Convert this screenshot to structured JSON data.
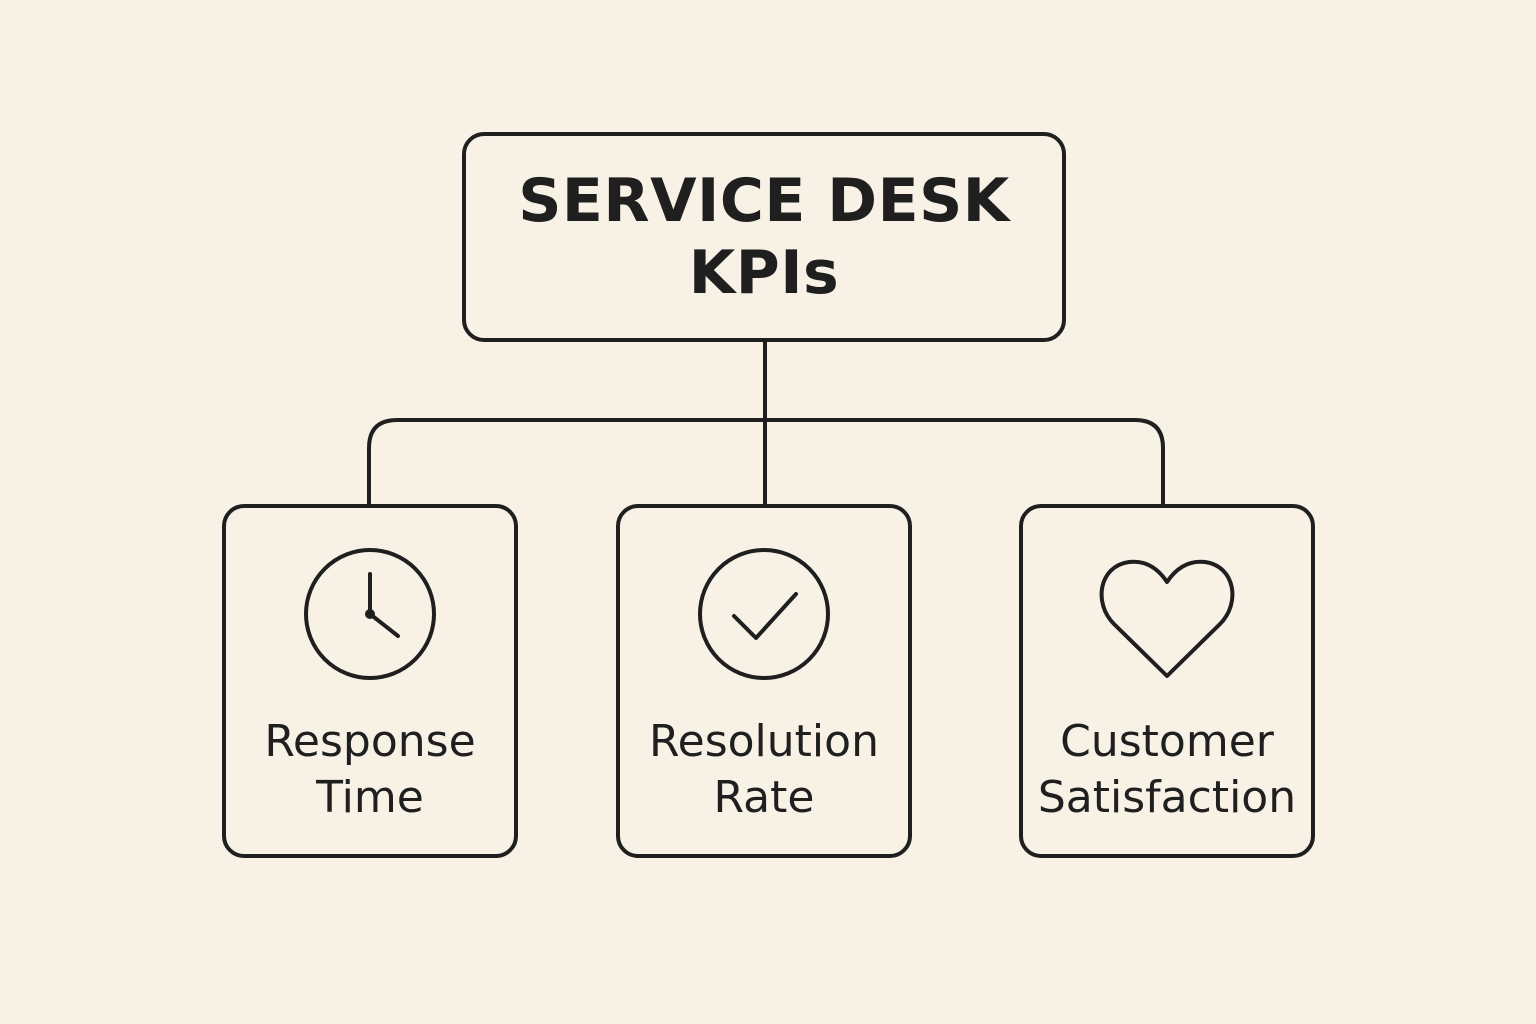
{
  "root": {
    "title_line1": "SERVICE DESK",
    "title_line2": "KPIs"
  },
  "kpis": [
    {
      "icon": "clock-icon",
      "label_line1": "Response",
      "label_line2": "Time"
    },
    {
      "icon": "check-circle-icon",
      "label_line1": "Resolution",
      "label_line2": "Rate"
    },
    {
      "icon": "heart-icon",
      "label_line1": "Customer",
      "label_line2": "Satisfaction"
    }
  ],
  "colors": {
    "background": "#f8f1e5",
    "stroke": "#1f1f1f"
  }
}
